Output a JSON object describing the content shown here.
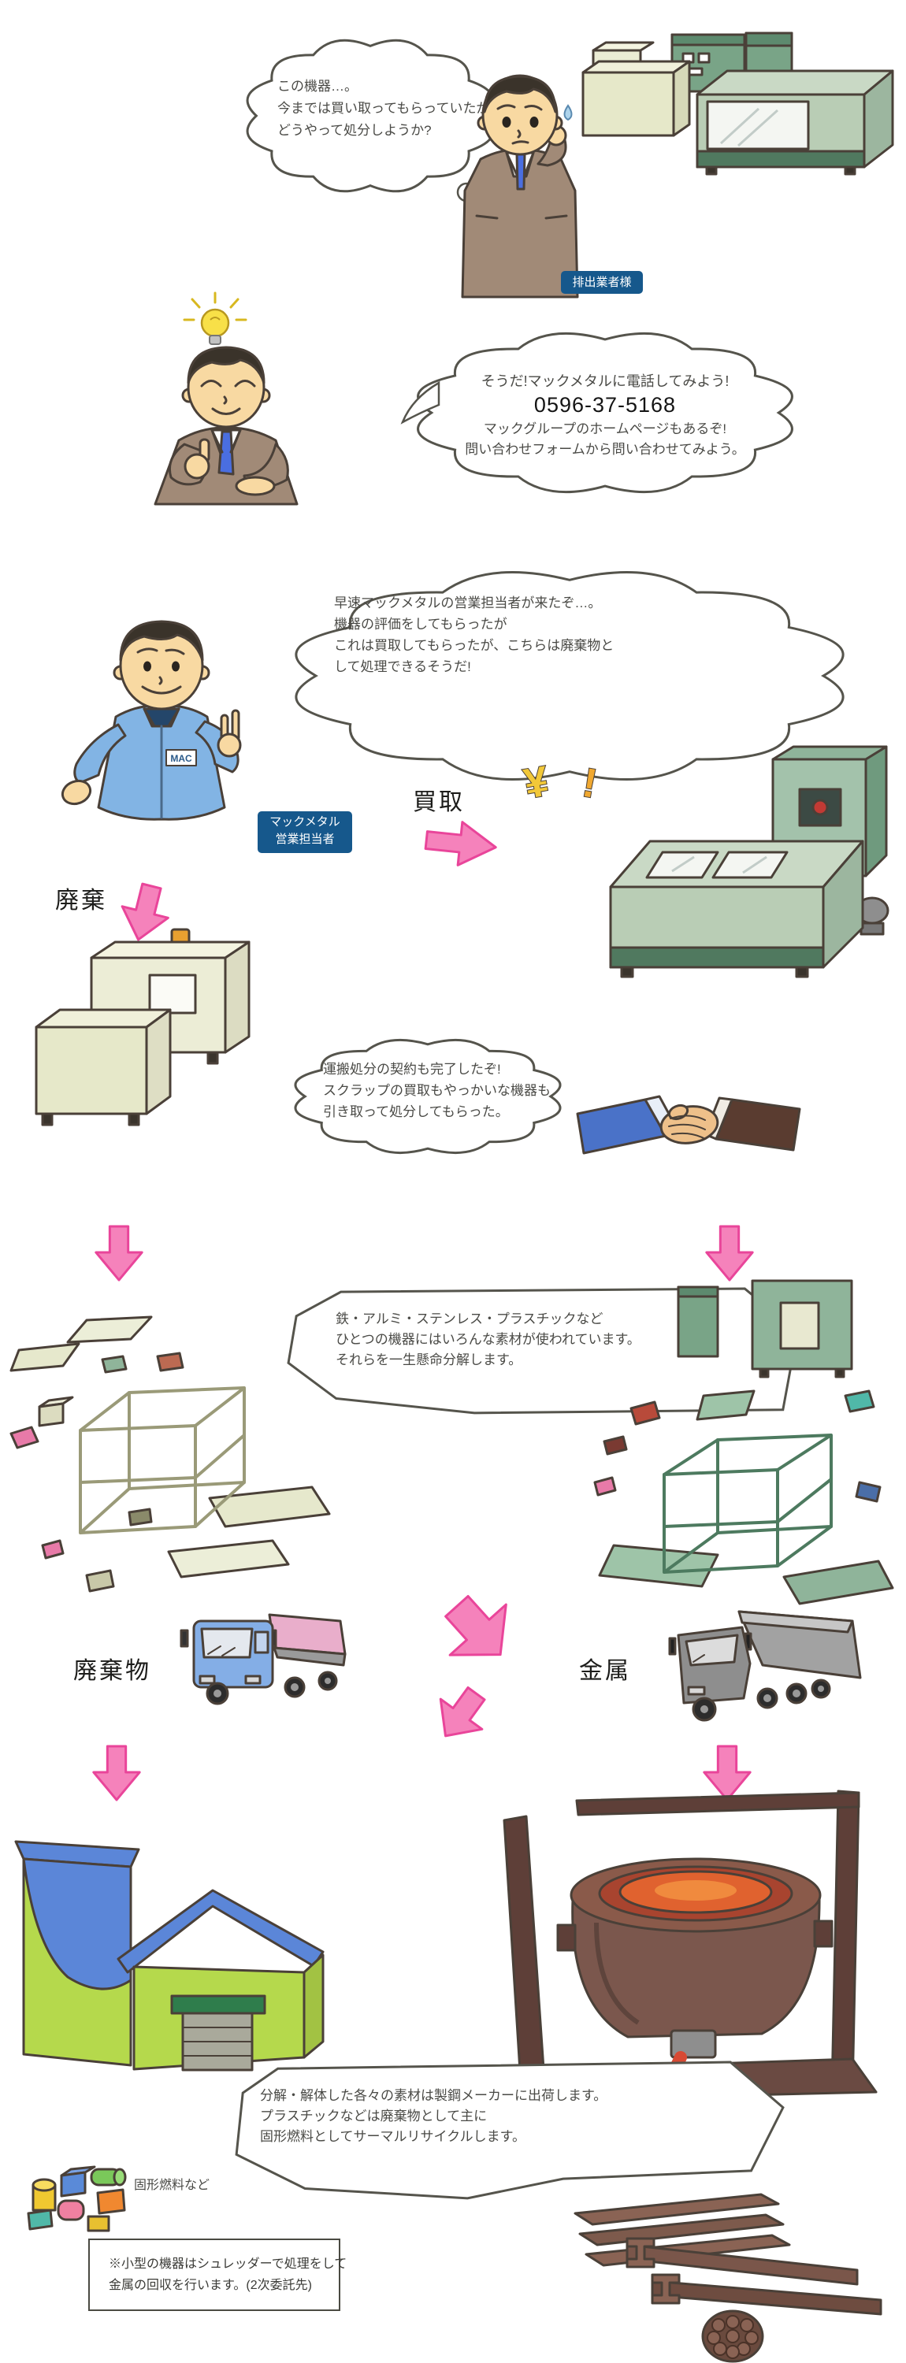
{
  "scene1": {
    "thought_lines": [
      "この機器…。",
      "今までは買い取ってもらっていたが",
      "どうやって処分しようか?"
    ],
    "emitter_label": "排出業者様"
  },
  "scene2": {
    "idea_line": "そうだ!マックメタルに電話してみよう!",
    "phone_number": "0596-37-5168",
    "web_line1": "マックグループのホームページもあるぞ!",
    "web_line2": "問い合わせフォームから問い合わせてみよう。"
  },
  "scene3": {
    "bubble_lines": [
      "早速マックメタルの営業担当者が来たぞ…。",
      "機器の評価をしてもらったが",
      "これは買取してもらったが、こちらは廃棄物と",
      "して処理できるそうだ!"
    ],
    "rep_label_line1": "マックメタル",
    "rep_label_line2": "営業担当者",
    "uniform_logo": "MAC",
    "buy_label": "買取",
    "discard_label": "廃棄",
    "yen_symbol": "¥",
    "exclamation_mark": "!"
  },
  "scene4": {
    "bubble_lines": [
      "運搬処分の契約も完了したぞ!",
      "スクラップの買取もやっかいな機器も",
      "引き取って処分してもらった。"
    ]
  },
  "scene5": {
    "bubble_lines": [
      "鉄・アルミ・ステンレス・プラスチックなど",
      "ひとつの機器にはいろんな素材が使われています。",
      "それらを一生懸命分解します。"
    ]
  },
  "scene6": {
    "waste_label": "廃棄物",
    "metal_label": "金属"
  },
  "scene7": {
    "bubble_lines": [
      "分解・解体した各々の素材は製鋼メーカーに出荷します。",
      "プラスチックなどは廃棄物として主に",
      "固形燃料としてサーマルリサイクルします。"
    ],
    "solid_fuel_label": "固形燃料など",
    "note_lines": [
      "※小型の機器はシュレッダーで処理をして",
      "金属の回収を行います。(2次委託先)"
    ]
  },
  "colors": {
    "name_label_bg": "#16588c",
    "arrow_pink": "#f582bb",
    "machine_green": "#b9cdb5",
    "machine_cream": "#ecedd6",
    "building_green": "#b5d94c",
    "roof_blue": "#5b86d8",
    "molten_orange": "#e0622f",
    "truck_blue": "#84aee6"
  }
}
